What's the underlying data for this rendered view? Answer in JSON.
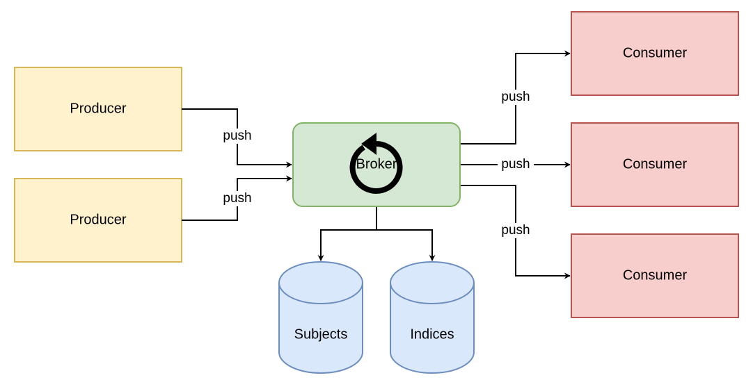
{
  "nodes": {
    "producer_1": "Producer",
    "producer_2": "Producer",
    "broker": "Broker",
    "consumer_1": "Consumer",
    "consumer_2": "Consumer",
    "consumer_3": "Consumer",
    "subjects": "Subjects",
    "indices": "Indices"
  },
  "edges": {
    "producer_1_push": "push",
    "producer_2_push": "push",
    "consumer_1_push": "push",
    "consumer_2_push": "push",
    "consumer_3_push": "push"
  },
  "icons": {
    "broker_icon": "refresh-icon"
  },
  "colors": {
    "producer_fill": "#fff2cc",
    "producer_stroke": "#d6b656",
    "broker_fill": "#d5e8d4",
    "broker_stroke": "#82b366",
    "consumer_fill": "#f8cecc",
    "consumer_stroke": "#b85450",
    "db_fill": "#dae8fc",
    "db_stroke": "#6c8ebf"
  }
}
